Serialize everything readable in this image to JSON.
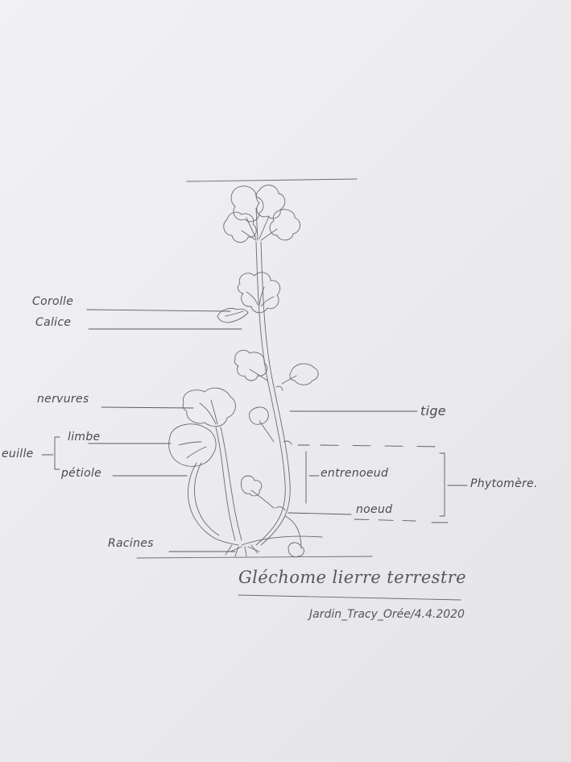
{
  "labels": {
    "corolle": "Corolle",
    "calice": "Calice",
    "nervures": "nervures",
    "feuille": "euille",
    "limbe": "limbe",
    "petiole": "pétiole",
    "racines": "Racines",
    "tige": "tige",
    "entrenoeud": "entrenoeud",
    "noeud": "noeud",
    "phytomere": "Phytomère."
  },
  "title": "Gléchome lierre terrestre",
  "signature": "Jardin_Tracy_Orée/4.4.2020",
  "colors": {
    "pencil": "#5a5a62",
    "paper": "#eeeef0"
  }
}
